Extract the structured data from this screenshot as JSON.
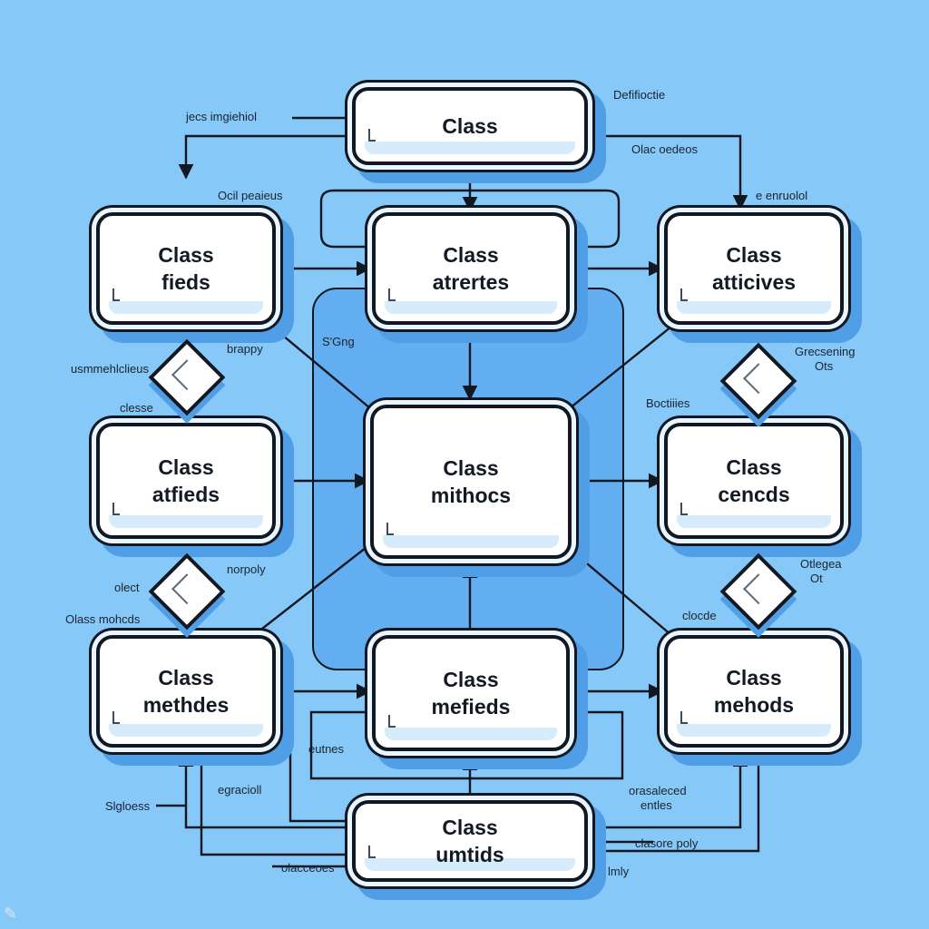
{
  "nodes": {
    "top": {
      "line1": "Class",
      "line2": ""
    },
    "fields": {
      "line1": "Class",
      "line2": "fieds"
    },
    "attributes": {
      "line1": "Class",
      "line2": "atrertes"
    },
    "attrives": {
      "line1": "Class",
      "line2": "atticives"
    },
    "atfields": {
      "line1": "Class",
      "line2": "atfieds"
    },
    "methods_center": {
      "line1": "Class",
      "line2": "mithocs"
    },
    "cencds": {
      "line1": "Class",
      "line2": "cencds"
    },
    "methdes": {
      "line1": "Class",
      "line2": "methdes"
    },
    "mefieds": {
      "line1": "Class",
      "line2": "mefieds"
    },
    "mehods": {
      "line1": "Class",
      "line2": "mehods"
    },
    "umtids": {
      "line1": "Class",
      "line2": "umtids"
    }
  },
  "labels": {
    "l1": "jecs imgiehiol",
    "l2": "Defifioctie",
    "l3": "Olac oedeos",
    "l4": "Ocil peaieus",
    "l5": "e enruolol",
    "l6": "brappy",
    "l7": "S'Gng",
    "l8": "usmmehlclieus",
    "l9": "clesse",
    "l10": "Grecsening",
    "l11": "Ots",
    "l12": "Boctiiies",
    "l13": "norpoly",
    "l14": "olect",
    "l15": "Olass mohcds",
    "l16": "Otlegea",
    "l17": "Ot",
    "l18": "clocde",
    "l19": "eutnes",
    "l20": "egracioll",
    "l21": "Slgloess",
    "l22": "orasaleced",
    "l23": "entles",
    "l24": "clasore poly",
    "l25": "olacceoes",
    "l26": "lmly"
  },
  "colors": {
    "background": "#86c8f7",
    "inner_panel": "#63aef0",
    "outline": "#111822",
    "node_fill": "#ffffff",
    "shadow": "#4f9ee6"
  },
  "icons": {
    "watermark": "bing-image-creator-icon"
  }
}
